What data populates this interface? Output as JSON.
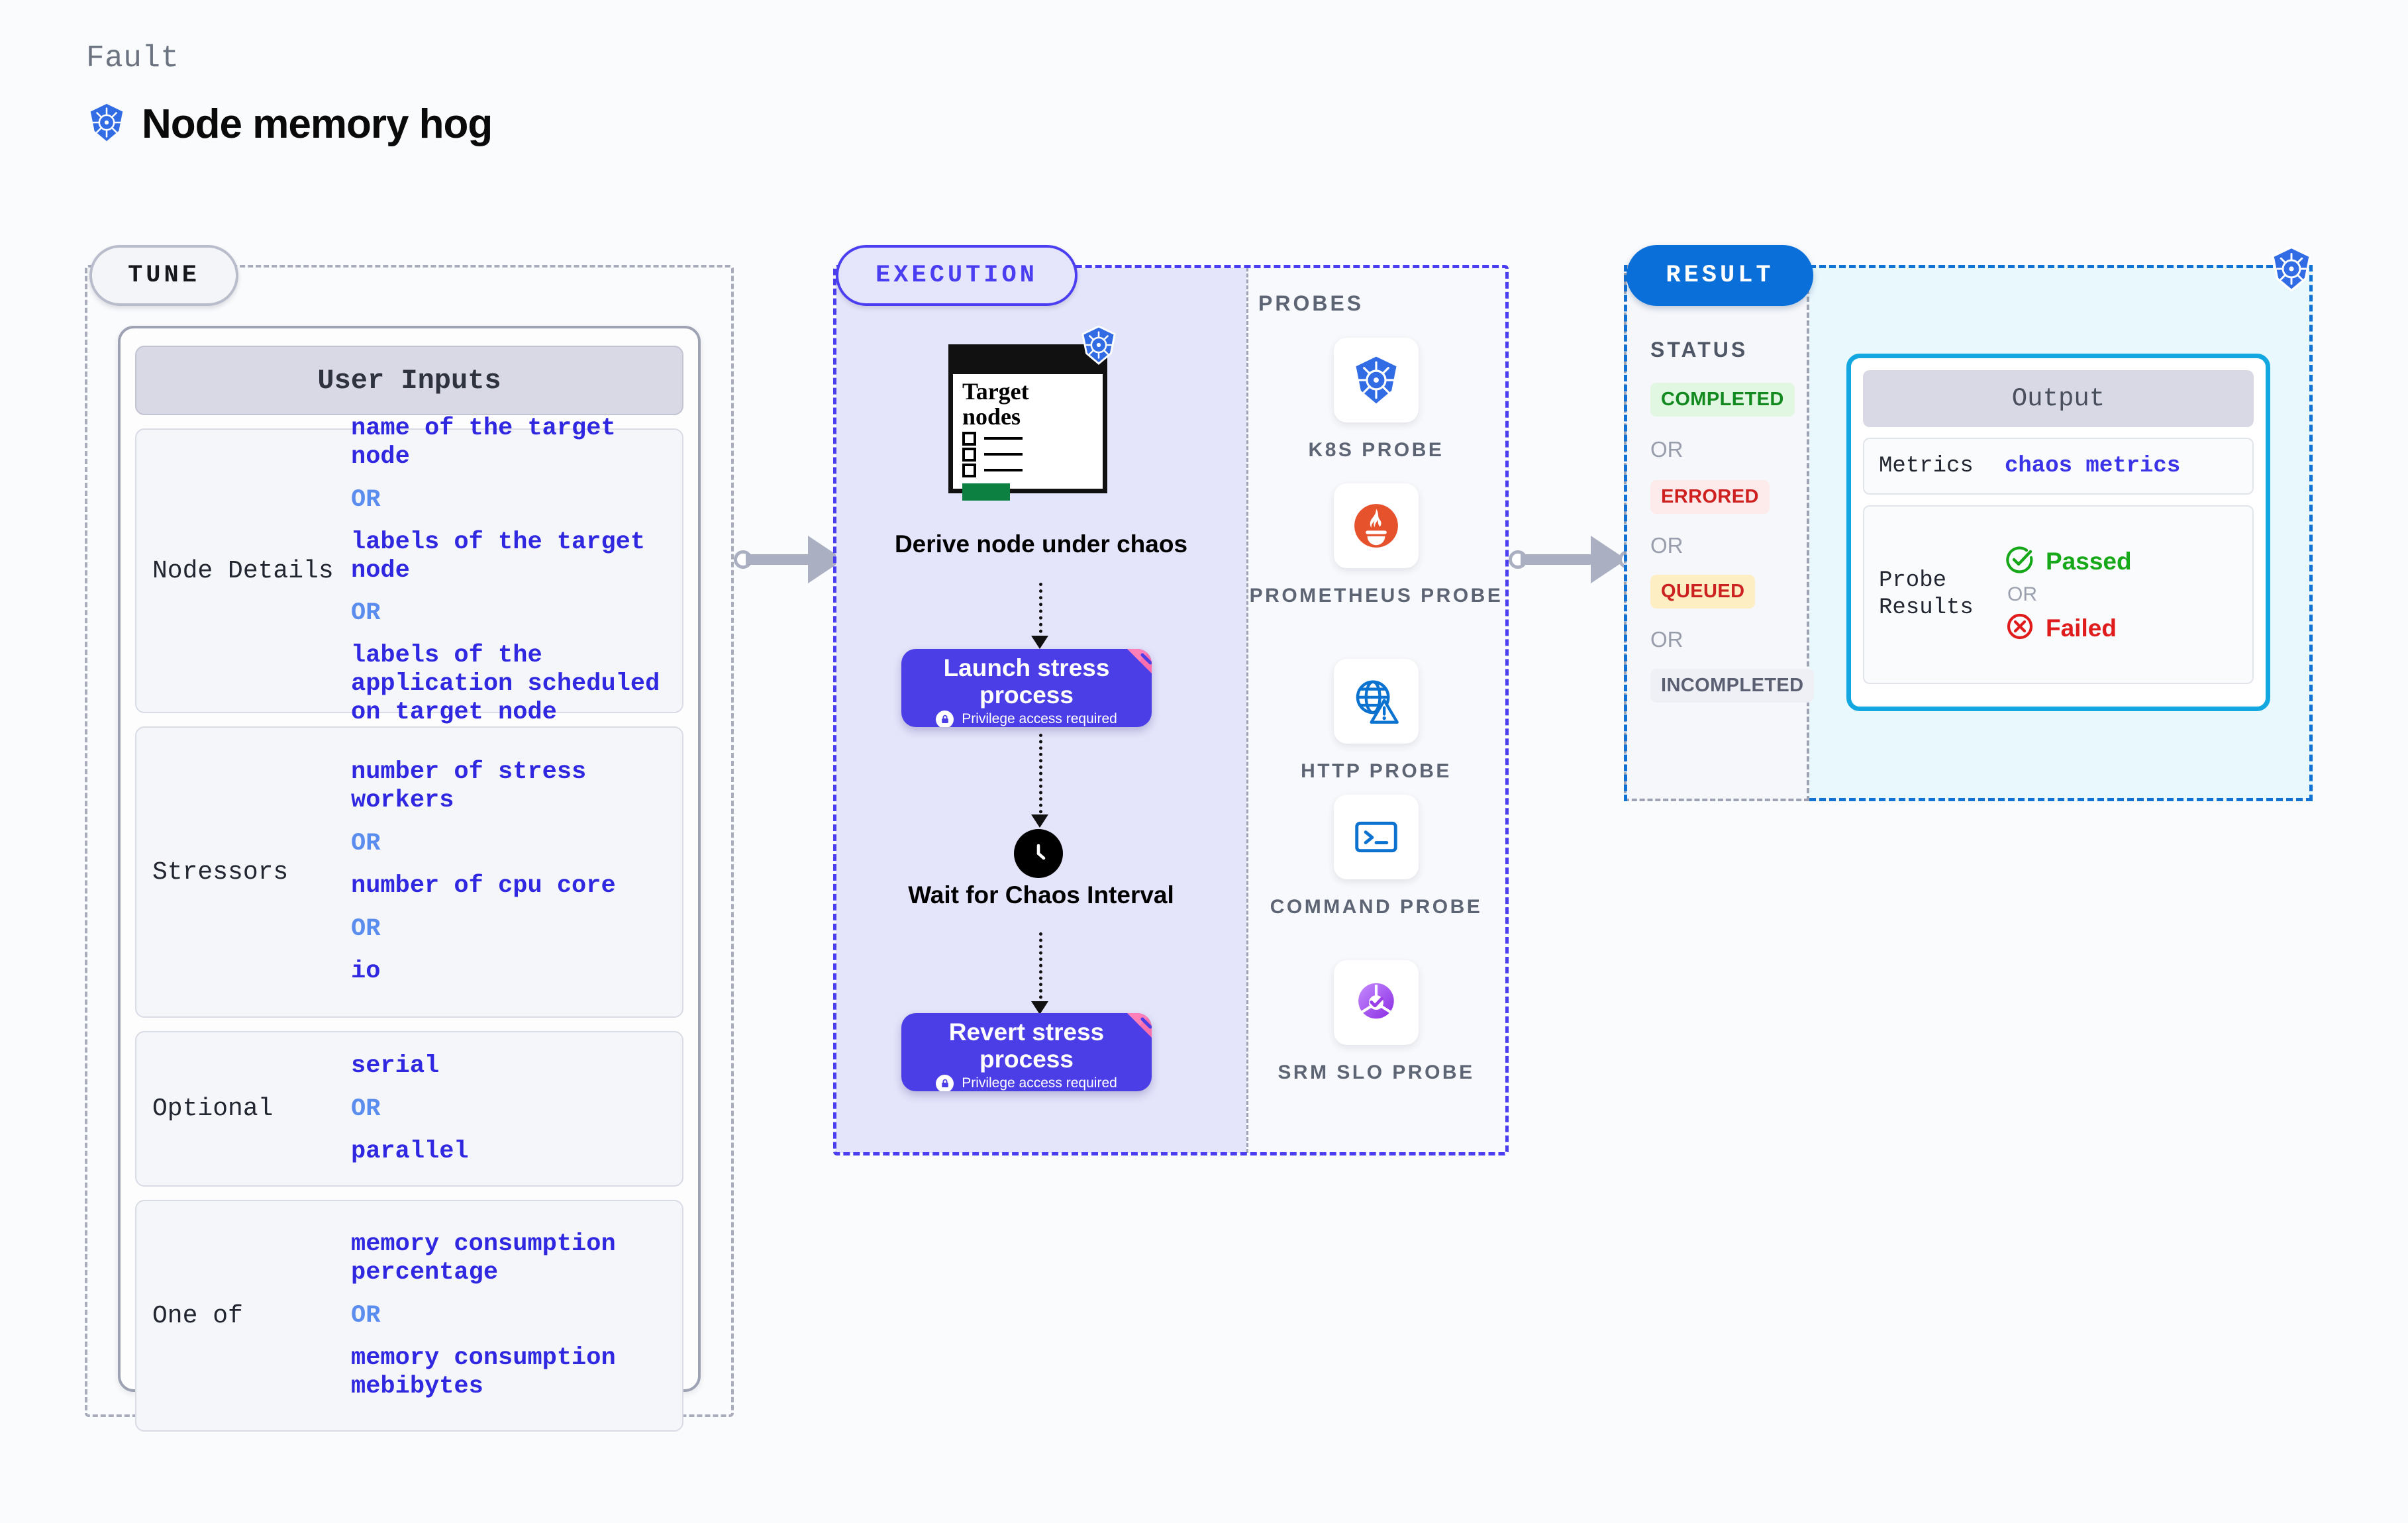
{
  "header": {
    "kicker": "Fault",
    "title": "Node memory hog",
    "logo_icon": "kubernetes-icon"
  },
  "tune": {
    "pill_label": "TUNE",
    "card_title": "User Inputs",
    "rows": [
      {
        "label": "Node Details",
        "values": [
          "name of the target node",
          "OR",
          "labels of the target node",
          "OR",
          "labels of the application scheduled on target node"
        ]
      },
      {
        "label": "Stressors",
        "values": [
          "number of stress workers",
          "OR",
          "number of cpu core",
          "OR",
          "io"
        ]
      },
      {
        "label": "Optional",
        "values": [
          "serial",
          "OR",
          "parallel"
        ]
      },
      {
        "label": "One of",
        "values": [
          "memory consumption percentage",
          "OR",
          "memory consumption mebibytes"
        ]
      }
    ]
  },
  "execution": {
    "pill_label": "EXECUTION",
    "target_card": {
      "title_line1": "Target",
      "title_line2": "nodes",
      "badge_icon": "kubernetes-icon"
    },
    "steps": [
      {
        "caption": "Derive node under chaos"
      },
      {
        "title": "Launch stress process",
        "note": "Privilege access required",
        "icon": "lock-icon"
      },
      {
        "caption": "Wait for Chaos Interval",
        "icon": "clock-icon"
      },
      {
        "title": "Revert stress process",
        "note": "Privilege access required",
        "icon": "lock-icon"
      }
    ],
    "probes_title": "PROBES",
    "probes": [
      {
        "name": "K8S PROBE",
        "icon": "kubernetes-icon"
      },
      {
        "name": "PROMETHEUS PROBE",
        "icon": "prometheus-icon"
      },
      {
        "name": "HTTP PROBE",
        "icon": "globe-warning-icon"
      },
      {
        "name": "COMMAND PROBE",
        "icon": "terminal-icon"
      },
      {
        "name": "SRM SLO PROBE",
        "icon": "slo-donut-icon"
      }
    ]
  },
  "result": {
    "pill_label": "RESULT",
    "status_title": "STATUS",
    "statuses": [
      {
        "label": "COMPLETED",
        "bg": "#e2f7e1",
        "fg": "#128a1f"
      },
      {
        "label": "OR"
      },
      {
        "label": "ERRORED",
        "bg": "#fdeaea",
        "fg": "#cf2020"
      },
      {
        "label": "OR"
      },
      {
        "label": "QUEUED",
        "bg": "#fdeec3",
        "fg": "#cc2121"
      },
      {
        "label": "OR"
      },
      {
        "label": "INCOMPLETED",
        "bg": "#eef0f5",
        "fg": "#5a6071"
      }
    ],
    "output": {
      "title": "Output",
      "metrics_label": "Metrics",
      "metrics_value": "chaos metrics",
      "probe_label_line1": "Probe",
      "probe_label_line2": "Results",
      "passed": "Passed",
      "or": "OR",
      "failed": "Failed",
      "passed_icon": "check-circle-icon",
      "failed_icon": "x-circle-icon"
    },
    "badge_icon": "kubernetes-icon"
  },
  "colors": {
    "accent_purple": "#4b3ee6",
    "accent_blue": "#0a6fd8",
    "accent_cyan": "#12a7e0",
    "value_blue": "#2f28e0",
    "or_blue": "#5b8def",
    "k8s_blue": "#326ce5"
  }
}
